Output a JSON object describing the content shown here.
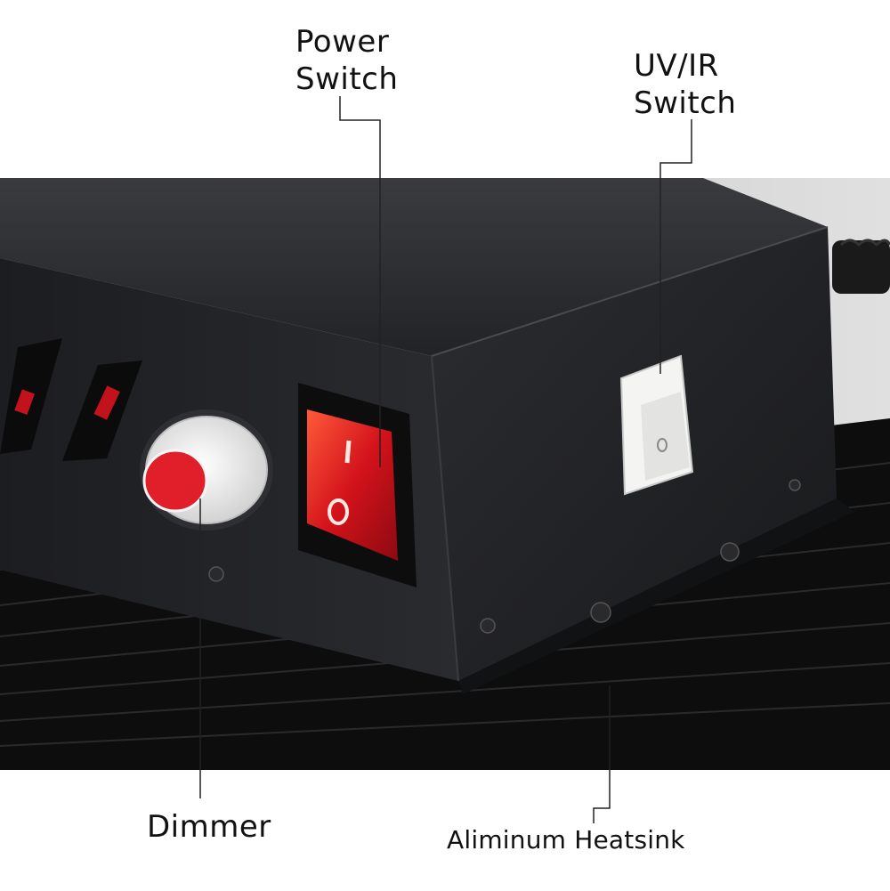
{
  "labels": {
    "power_switch": [
      "Power",
      "Switch"
    ],
    "uv_ir_switch": [
      "UV/IR",
      "Switch"
    ],
    "dimmer": "Dimmer",
    "heatsink": "Aliminum Heatsink"
  },
  "rocker_symbols": {
    "on": "I",
    "off": "O"
  },
  "colors": {
    "housing": "#1b1c1e",
    "heatsink": "#101010",
    "rocker_red": "#d3121b",
    "knob_white": "#f2f2f2",
    "knob_cap": "#e01f2a",
    "uv_switch": "#f4f4f2",
    "callout_line": "#222222"
  },
  "icons": [
    "power-rocker-switch-icon",
    "dimmer-knob-icon",
    "uv-ir-rocker-switch-icon",
    "power-cord-plug-icon"
  ]
}
